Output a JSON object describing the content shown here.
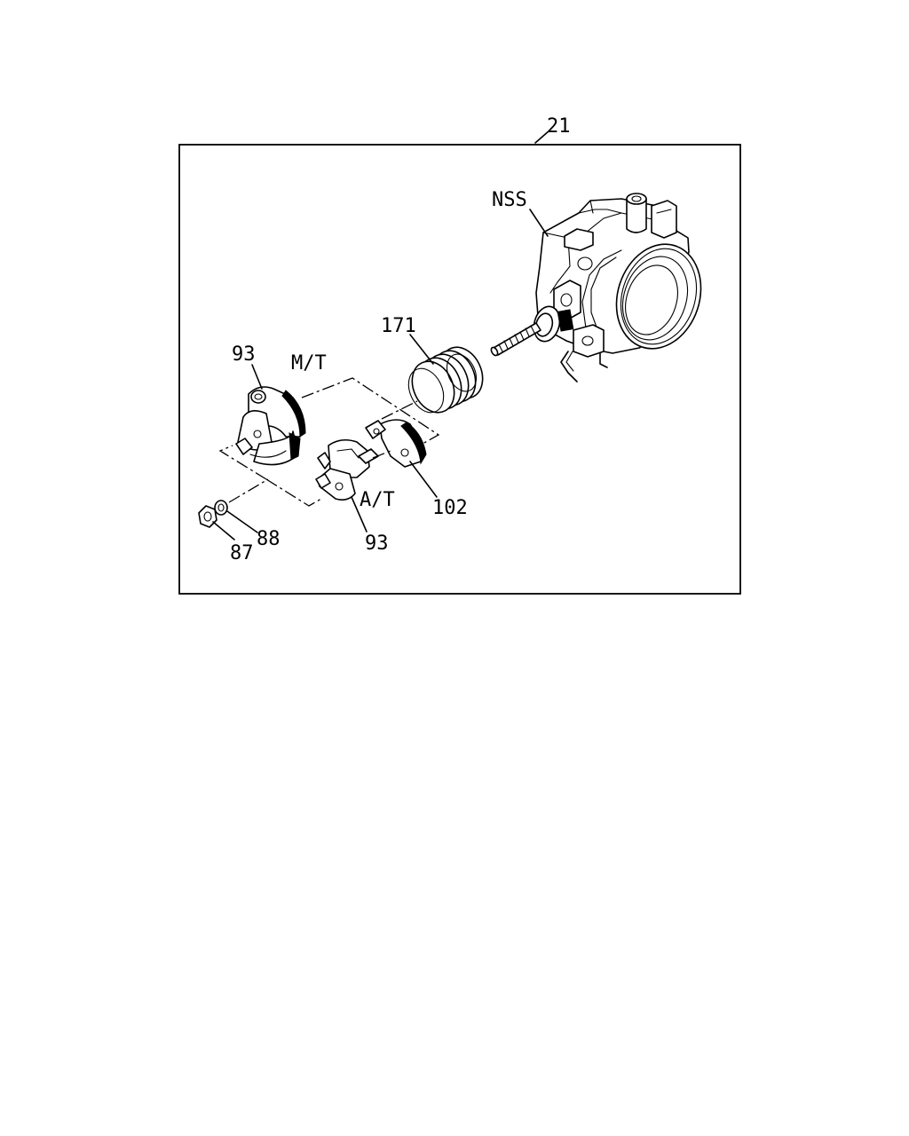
{
  "diagram": {
    "assembly_ref": "21",
    "variants": {
      "manual": "M/T",
      "automatic": "A/T"
    },
    "callouts": {
      "nss": "NSS",
      "spring": "171",
      "lever_mt": "93",
      "lever_at": "93",
      "plate": "102",
      "washer": "88",
      "nut": "87"
    }
  }
}
